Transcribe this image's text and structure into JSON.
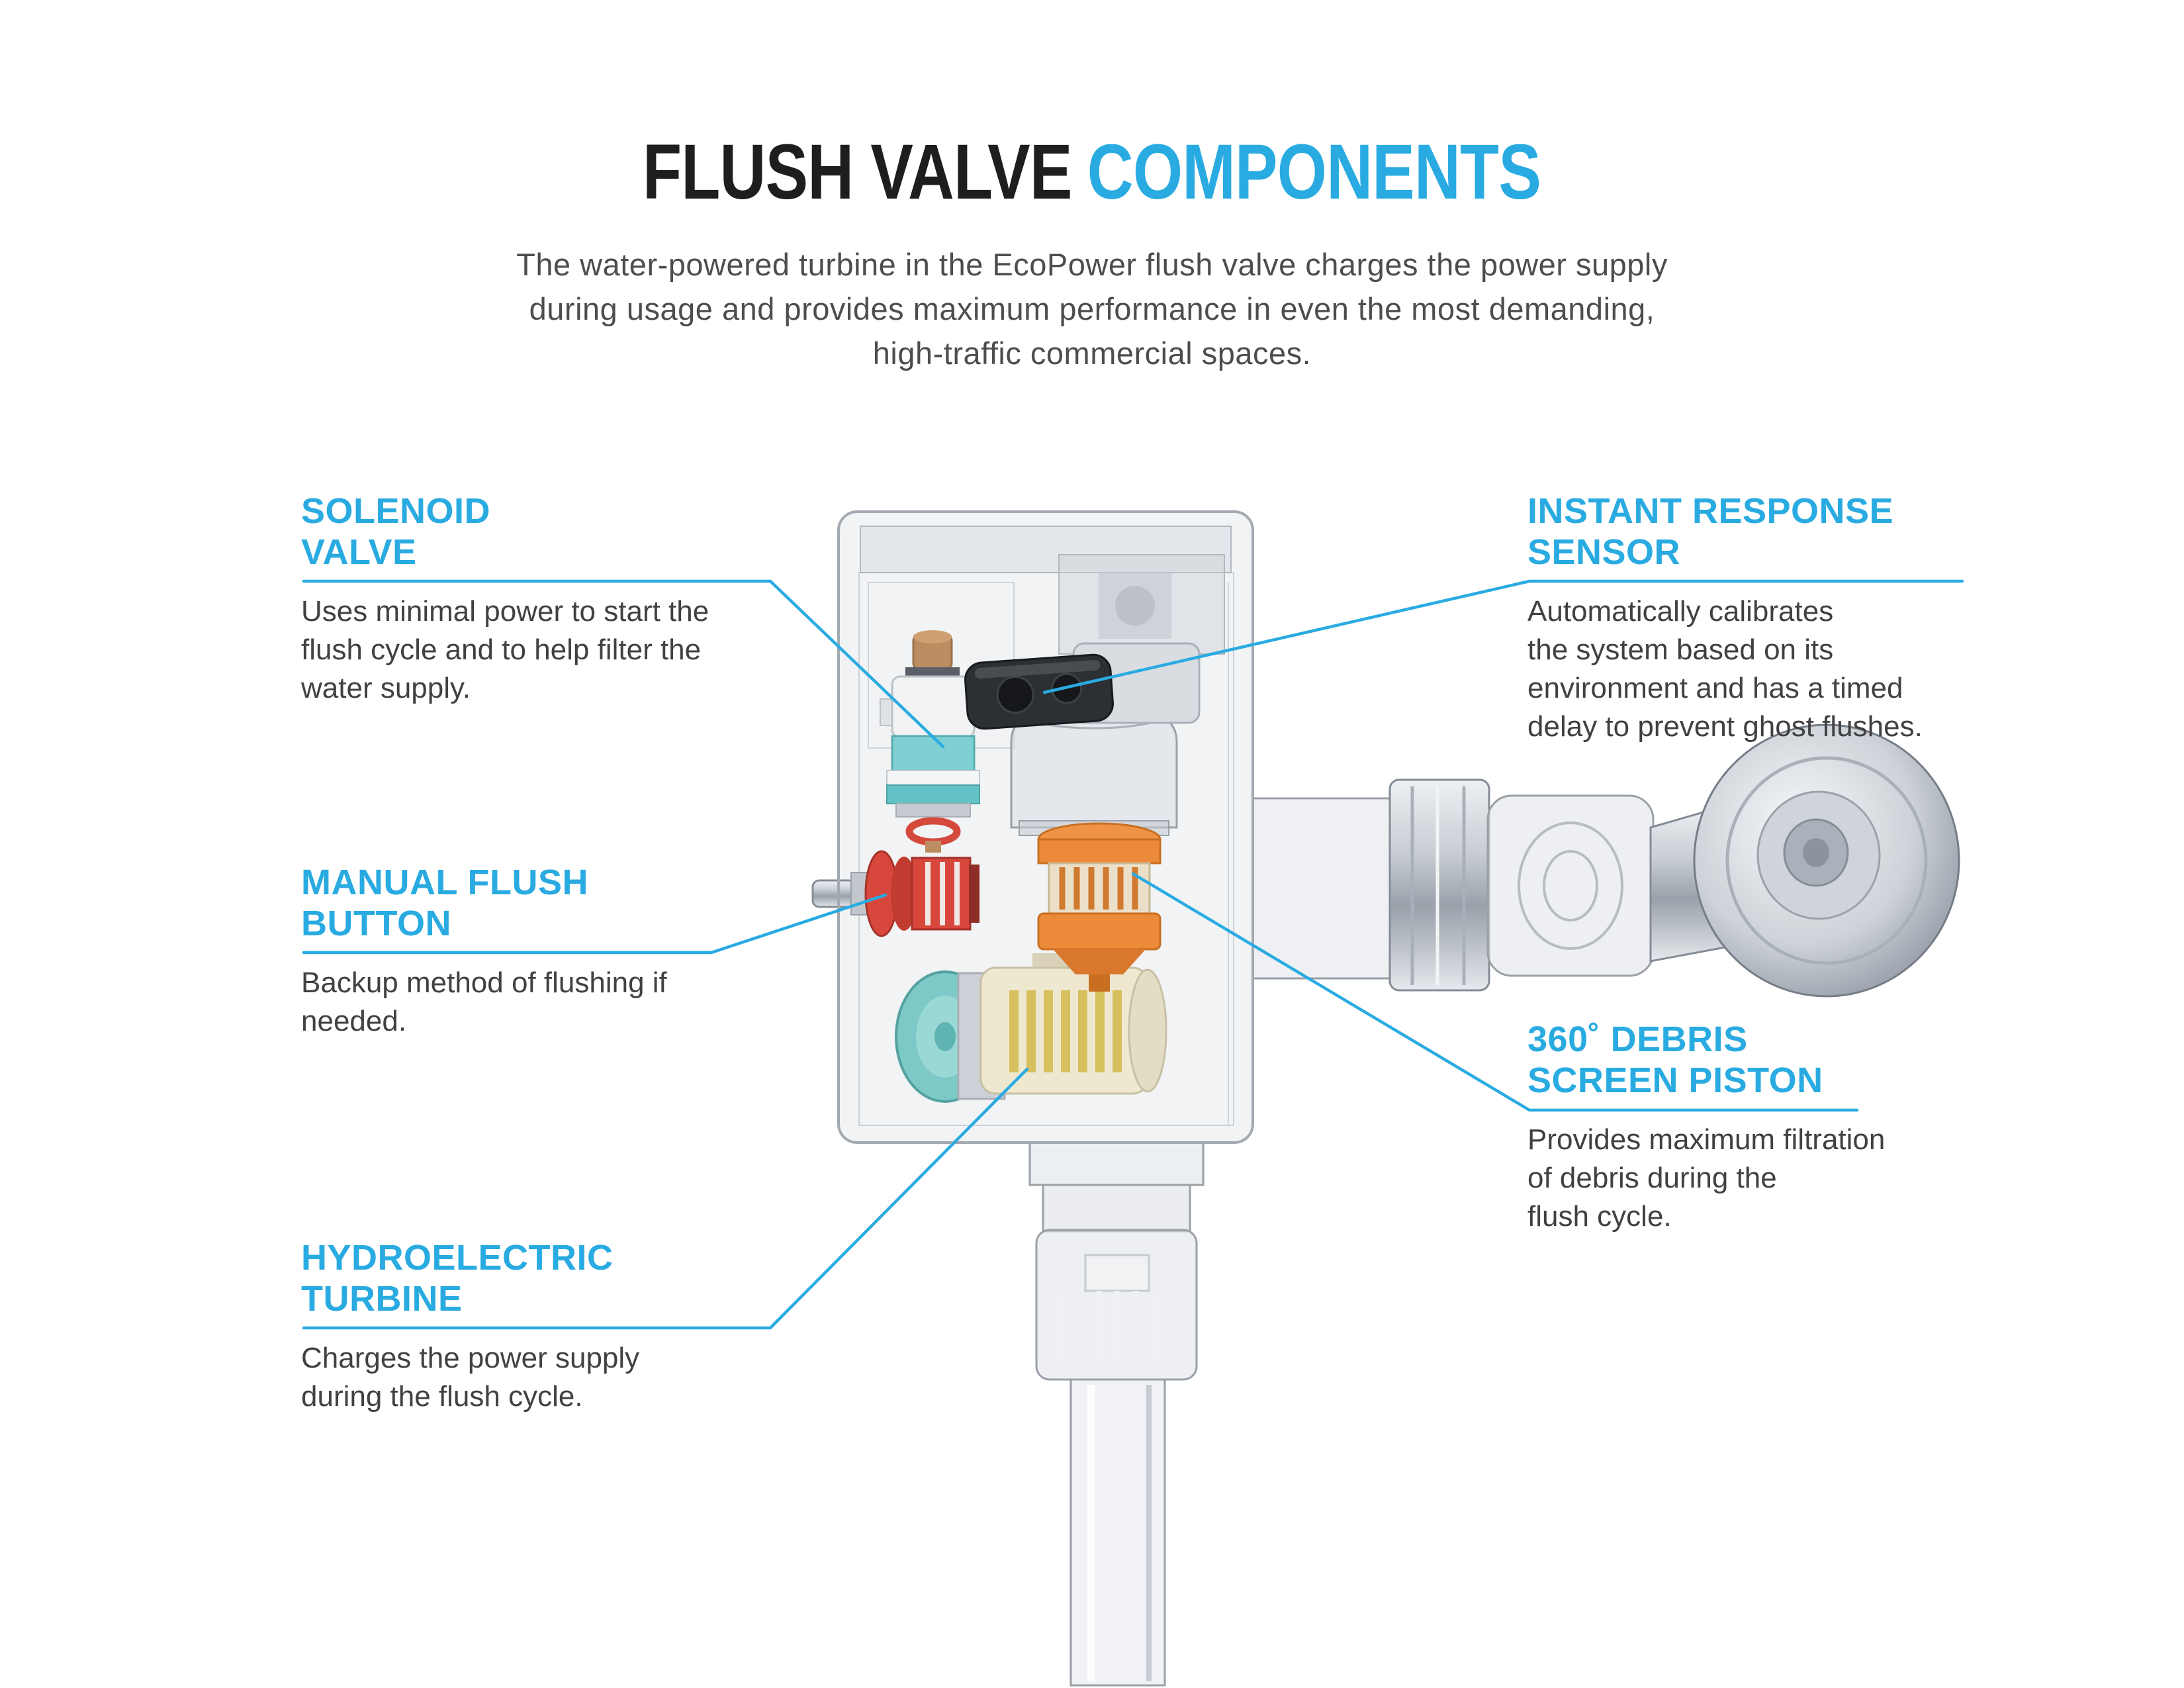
{
  "title": {
    "black": "FLUSH VALVE",
    "accent": "COMPONENTS"
  },
  "subtitle": "The water-powered turbine in the EcoPower flush valve charges the power supply\nduring usage and provides maximum performance in even the most demanding,\nhigh-traffic commercial spaces.",
  "colors": {
    "accent": "#29abe2",
    "title": "#1e1e1e",
    "body": "#4d4d4f"
  },
  "callouts": {
    "solenoid": {
      "title": "SOLENOID\nVALVE",
      "body": "Uses minimal power to start the\nflush cycle and to help filter the\nwater supply."
    },
    "instant": {
      "title": "INSTANT RESPONSE\nSENSOR",
      "body": "Automatically calibrates\nthe system based on its\nenvironment and has a timed\ndelay to prevent ghost flushes."
    },
    "manual": {
      "title": "MANUAL FLUSH\nBUTTON",
      "body": "Backup method of flushing if\nneeded."
    },
    "debris": {
      "title": "360˚ DEBRIS\nSCREEN PISTON",
      "body": "Provides maximum filtration\nof debris during the\nflush cycle."
    },
    "turbine": {
      "title": "HYDROELECTRIC\nTURBINE",
      "body": "Charges the power supply\nduring the flush cycle."
    }
  }
}
